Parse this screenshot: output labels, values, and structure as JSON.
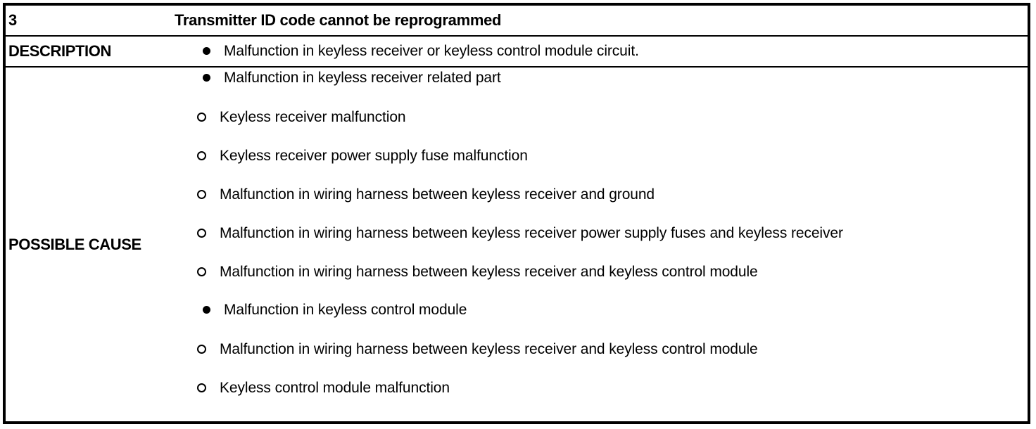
{
  "table": {
    "rows": {
      "code": {
        "number": "3",
        "title": "Transmitter ID code cannot be reprogrammed"
      },
      "description": {
        "label": "DESCRIPTION",
        "items": [
          "Malfunction in keyless receiver or keyless control module circuit."
        ]
      },
      "possible_cause": {
        "label": "POSSIBLE CAUSE",
        "groups": [
          {
            "text": "Malfunction in keyless receiver related part",
            "sub_items": [
              "Keyless receiver malfunction",
              "Keyless receiver power supply fuse malfunction",
              "Malfunction in wiring harness between keyless receiver and ground",
              "Malfunction in wiring harness between keyless receiver power supply fuses and keyless receiver",
              "Malfunction in wiring harness between keyless receiver and keyless control module"
            ]
          },
          {
            "text": "Malfunction in keyless control module",
            "sub_items": [
              "Malfunction in wiring harness between keyless receiver and keyless control module",
              "Keyless control module malfunction"
            ]
          }
        ]
      }
    }
  },
  "style": {
    "text_color": "#000000",
    "background_color": "#ffffff",
    "border_color": "#000000"
  }
}
